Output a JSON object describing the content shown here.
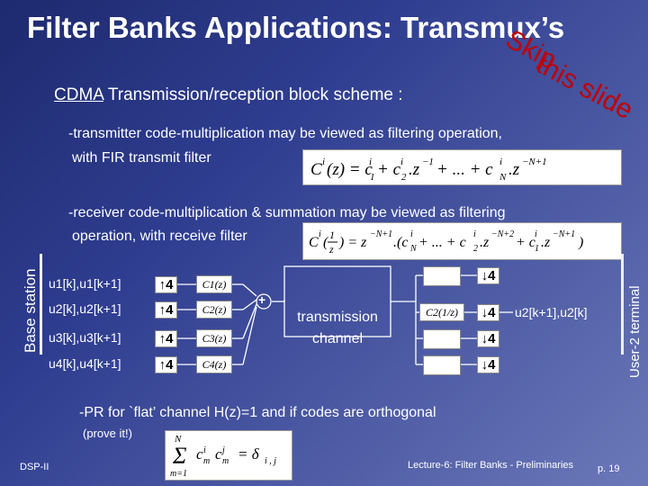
{
  "slide": {
    "title": "Filter Banks Applications: Transmux’s",
    "skip_overlay": "Skip this slide",
    "subtitle_acronym": "CDMA",
    "subtitle_rest": " Transmission/reception block scheme :",
    "tx_line1": "-transmitter code-multiplication may be viewed as filtering operation,",
    "tx_line2": "with  FIR transmit filter",
    "tx_formula": "Ci(z) = c1i + c2i.z−1 + ... + cNi.z−N+1",
    "rx_line1": "-receiver code-multiplication & summation may be viewed as filtering",
    "rx_line2": "operation, with receive filter",
    "rx_formula": "Ci(1/z) = z−N+1.(cNi + ... + c2i.z−N+2 + c1i.z−N+1)",
    "side_left": "Base station",
    "side_right": "User-2 terminal",
    "inputs": [
      "u1[k],u1[k+1]",
      "u2[k],u2[k+1]",
      "u3[k],u3[k+1]",
      "u4[k],u4[k+1]"
    ],
    "up_label": "↑4",
    "down_label": "↓4",
    "tx_filters": [
      "C1(z)",
      "C2(z)",
      "C3(z)",
      "C4(z)"
    ],
    "sum_symbol": "+",
    "channel_line1": "transmission",
    "channel_line2": "channel",
    "rx_filter": "C2(1/z)",
    "output": "u2[k+1],u2[k]",
    "pr_line": "-PR for `flat’ channel H(z)=1 and if codes are orthogonal",
    "prove": "(prove it!)",
    "ortho_formula": "Σ ci cj = δi,j",
    "footer_left": "DSP-II",
    "footer_mid": "Lecture-6: Filter Banks - Preliminaries",
    "footer_page": "p. 19"
  }
}
